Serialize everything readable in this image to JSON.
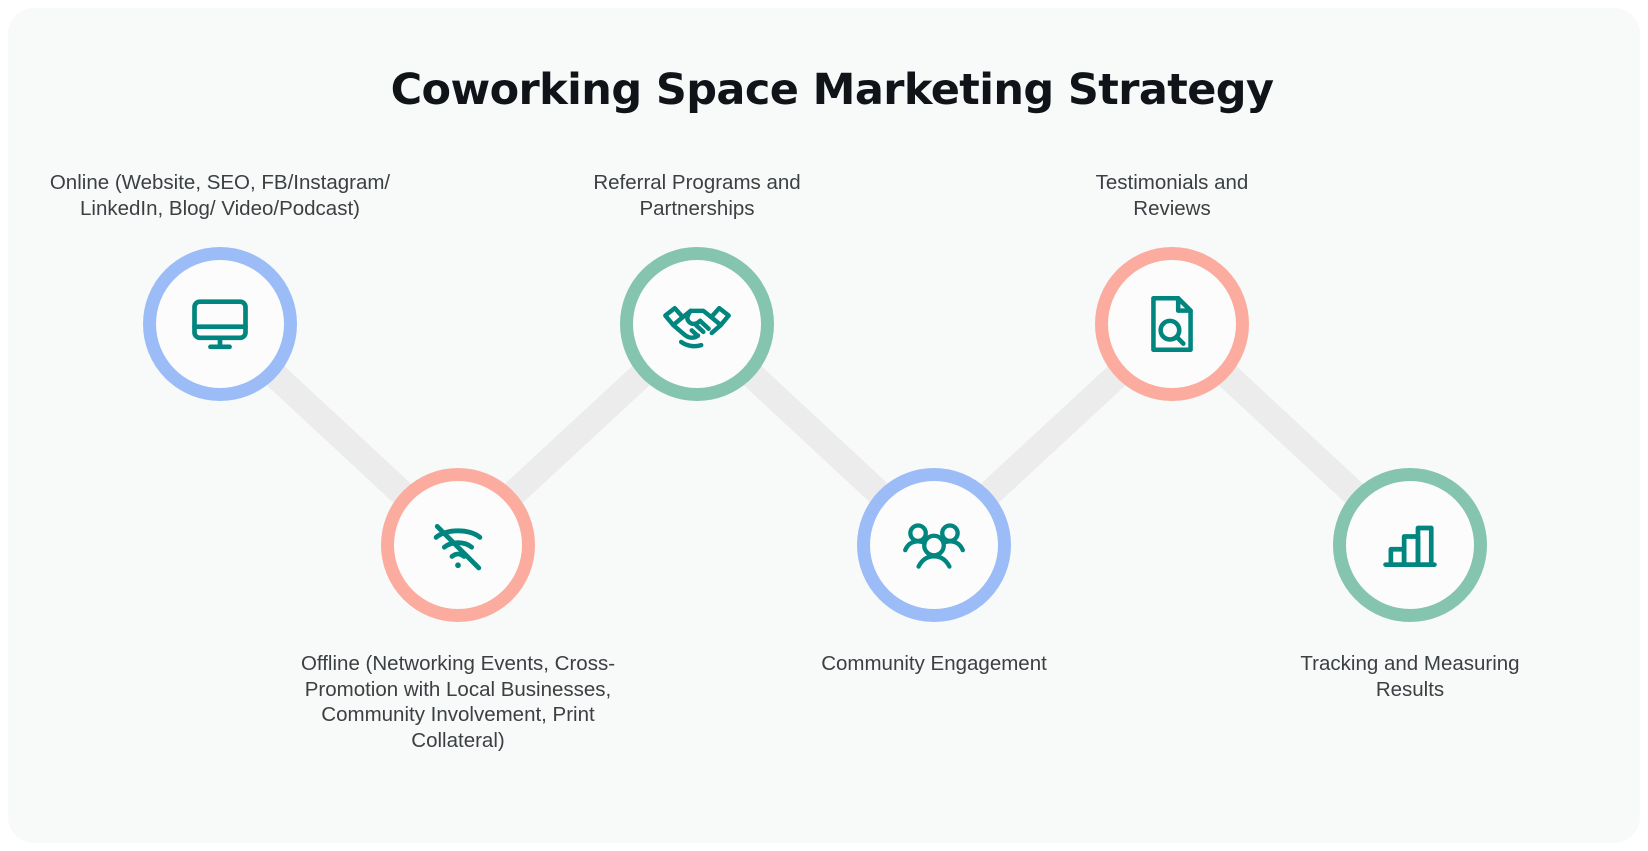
{
  "page": {
    "title": "Coworking Space Marketing Strategy",
    "background_color": "#ffffff",
    "card_color": "#f8f9f9",
    "connector_color": "#ececec",
    "icon_color": "#00857f",
    "text_color": "#3c4043",
    "title_color": "#101418"
  },
  "chart_data": {
    "type": "diagram",
    "subtype": "zigzag-process-flow",
    "title": "Coworking Space Marketing Strategy",
    "node_count": 6,
    "ring_colors": [
      "#9bbcf7",
      "#fbac9e",
      "#85c4ae",
      "#9bbcf7",
      "#fbac9e",
      "#85c4ae"
    ],
    "nodes": [
      {
        "index": 1,
        "label": "Online (Website, SEO, FB/Instagram/ LinkedIn, Blog/ Video/Podcast)",
        "label_lines": [
          "Online (Website, SEO, FB/Instagram/",
          "LinkedIn, Blog/ Video/Podcast)"
        ],
        "icon": "monitor-icon",
        "ring_color": "#9bbcf7",
        "row": "top",
        "label_position": "above",
        "center": [
          212,
          316
        ]
      },
      {
        "index": 2,
        "label": "Offline (Networking Events, Cross-Promotion with Local Businesses, Community Involvement, Print Collateral)",
        "label_lines": [
          "Offline (Networking Events, Cross-",
          "Promotion with Local Businesses,",
          "Community Involvement, Print",
          "Collateral)"
        ],
        "icon": "wifi-off-icon",
        "ring_color": "#fbac9e",
        "row": "bottom",
        "label_position": "below",
        "center": [
          450,
          537
        ]
      },
      {
        "index": 3,
        "label": "Referral Programs and Partnerships",
        "label_lines": [
          "Referral Programs and",
          "Partnerships"
        ],
        "icon": "handshake-icon",
        "ring_color": "#85c4ae",
        "row": "top",
        "label_position": "above",
        "center": [
          689,
          316
        ]
      },
      {
        "index": 4,
        "label": "Community Engagement",
        "label_lines": [
          "Community Engagement"
        ],
        "icon": "people-group-icon",
        "ring_color": "#9bbcf7",
        "row": "bottom",
        "label_position": "below",
        "center": [
          926,
          537
        ]
      },
      {
        "index": 5,
        "label": "Testimonials and Reviews",
        "label_lines": [
          "Testimonials and",
          "Reviews"
        ],
        "icon": "document-search-icon",
        "ring_color": "#fbac9e",
        "row": "top",
        "label_position": "above",
        "center": [
          1164,
          316
        ]
      },
      {
        "index": 6,
        "label": "Tracking and Measuring Results",
        "label_lines": [
          "Tracking and Measuring",
          "Results"
        ],
        "icon": "bar-chart-icon",
        "ring_color": "#85c4ae",
        "row": "bottom",
        "label_position": "below",
        "center": [
          1402,
          537
        ]
      }
    ]
  }
}
